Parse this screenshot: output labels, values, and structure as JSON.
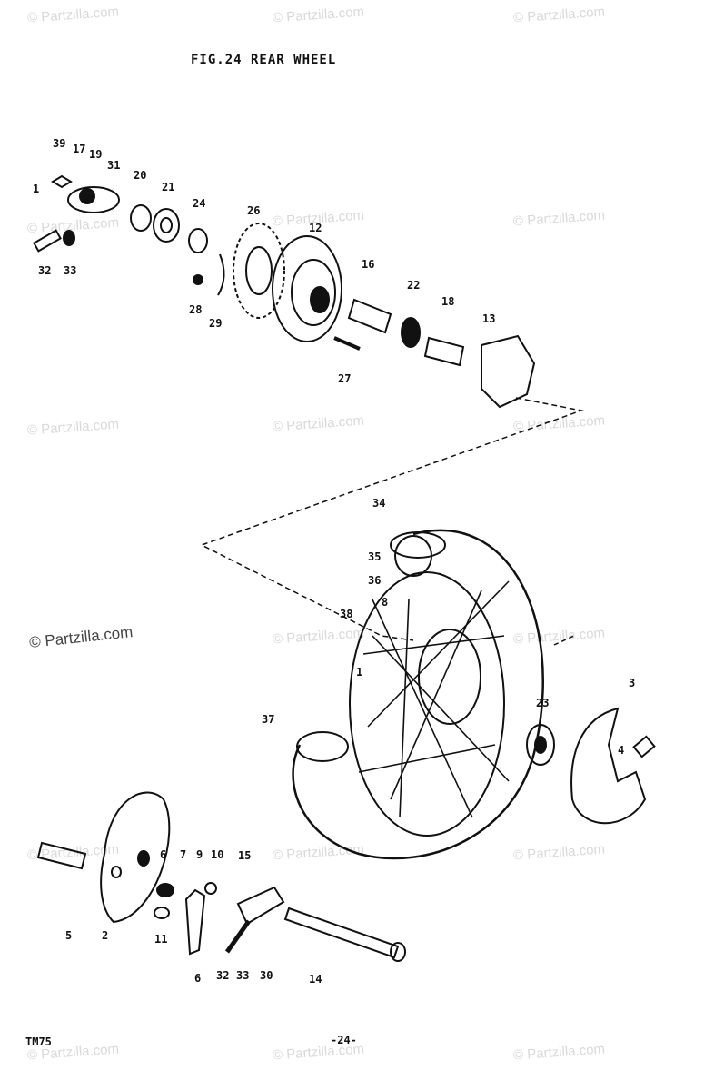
{
  "title": "FIG.24  REAR WHEEL",
  "footer": {
    "model": "TM75",
    "page": "-24-"
  },
  "watermark": "© Partzilla.com",
  "callouts": [
    "39",
    "17",
    "19",
    "31",
    "1",
    "32",
    "33",
    "20",
    "21",
    "24",
    "28",
    "29",
    "26",
    "12",
    "16",
    "22",
    "18",
    "13",
    "27",
    "34",
    "35",
    "36",
    "38",
    "8",
    "1",
    "37",
    "23",
    "3",
    "4",
    "5",
    "2",
    "6",
    "7",
    "9",
    "10",
    "11",
    "6",
    "32",
    "33",
    "30",
    "14",
    "15"
  ]
}
